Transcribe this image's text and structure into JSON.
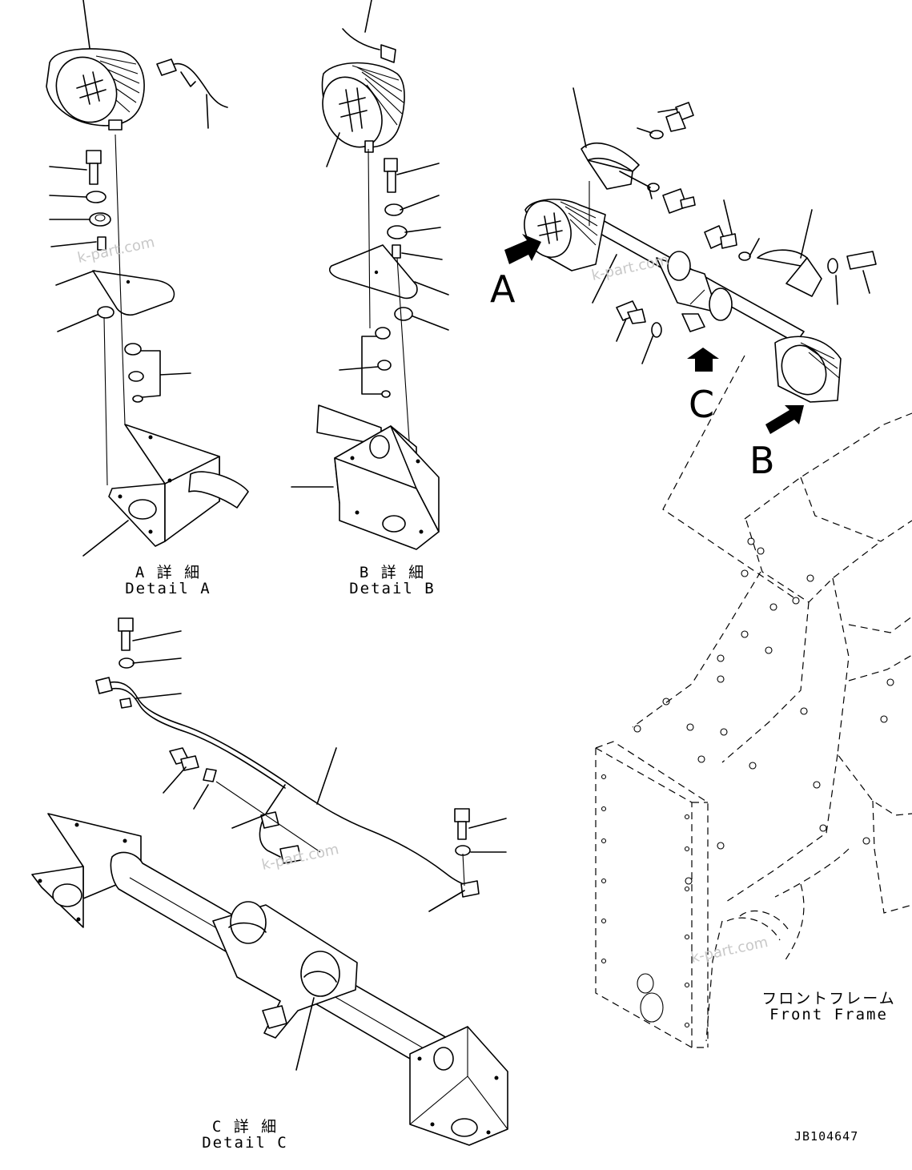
{
  "callouts": {
    "view_a": "A",
    "view_b": "B",
    "view_c": "C"
  },
  "captions": {
    "detail_a_jp": "A 詳 細",
    "detail_a_en": "Detail A",
    "detail_b_jp": "B 詳 細",
    "detail_b_en": "Detail B",
    "detail_c_jp": "C 詳 細",
    "detail_c_en": "Detail C",
    "front_frame_jp": "フロントフレーム",
    "front_frame_en": "Front Frame"
  },
  "drawing_code": "JB104647",
  "watermark": "k-part.com"
}
